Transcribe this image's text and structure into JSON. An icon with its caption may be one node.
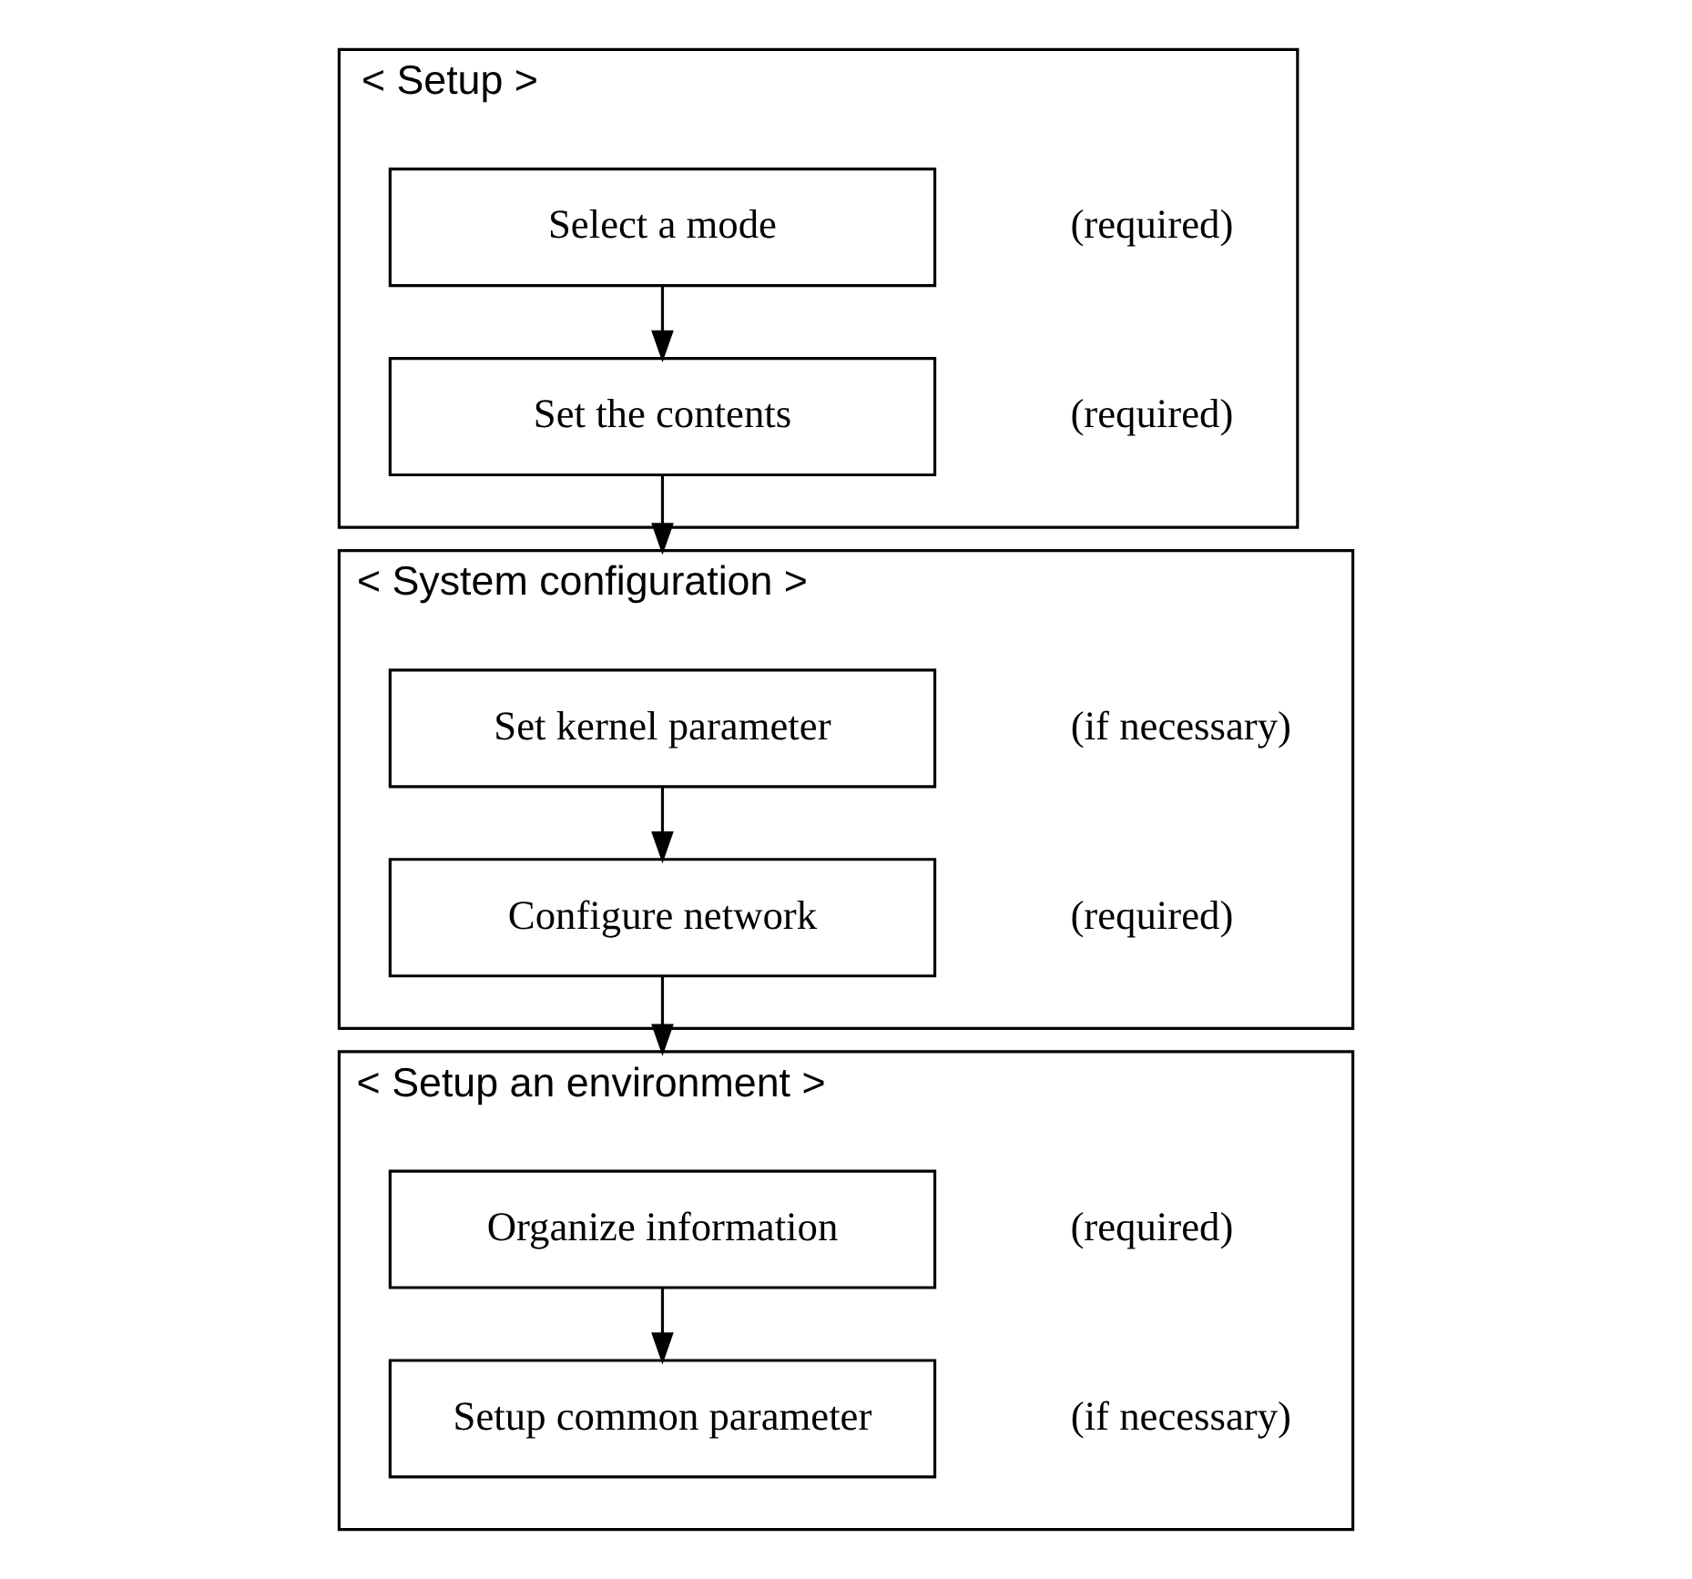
{
  "diagram": {
    "nodes": [
      {
        "text": [
          "< Setup >"
        ]
      },
      {
        "text": [
          "Select a mode"
        ],
        "in": 0,
        "beside": [
          "(required)"
        ]
      },
      {
        "text": [
          "Set the contents"
        ],
        "in": 0,
        "beside": [
          "(required)"
        ]
      },
      {
        "text": [
          "< System configuration >"
        ]
      },
      {
        "text": [
          "Set kernel parameter"
        ],
        "in": 3,
        "beside": [
          "(if necessary)"
        ]
      },
      {
        "text": [
          "Configure network"
        ],
        "in": 3,
        "beside": [
          "(required)"
        ]
      },
      {
        "text": [
          "< Setup an environment >"
        ]
      },
      {
        "text": [
          "Organize information"
        ],
        "in": 6,
        "beside": [
          "(required)"
        ]
      },
      {
        "text": [
          "Setup common parameter"
        ],
        "in": 6,
        "beside": [
          "(if necessary)"
        ]
      }
    ],
    "edges": [
      {
        "from": 1,
        "to": 2,
        "arrow": "to"
      },
      {
        "from": 2,
        "to": 3,
        "arrow": "to"
      },
      {
        "from": 4,
        "to": 5,
        "arrow": "to"
      },
      {
        "from": 5,
        "to": 6,
        "arrow": "to"
      },
      {
        "from": 7,
        "to": 8,
        "arrow": "to"
      }
    ]
  }
}
